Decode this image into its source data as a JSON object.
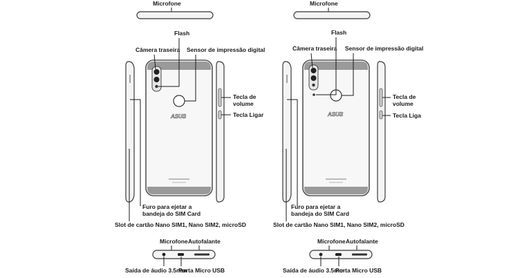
{
  "panels": [
    {
      "microfone_top": "Microfone",
      "flash": "Flash",
      "camera": "Câmera traseira",
      "sensor": "Sensor de impressão digital",
      "volume": "Tecla de volume",
      "power": "Tecla Ligar",
      "sim_hole": "Furo para ejetar a bandeja do SIM Card",
      "sim_slot": "Slot de cartão Nano SIM1, Nano SIM2, microSD",
      "microfone_bottom": "Microfone",
      "speaker": "Autofalante",
      "audio": "Saída de áudio 3.5mm",
      "usb": "Porta Micro USB",
      "brand": "ASUS"
    },
    {
      "microfone_top": "Microfone",
      "flash": "Flash",
      "camera": "Câmera traseira",
      "sensor": "Sensor de impressão digital",
      "volume": "Tecla de volume",
      "power": "Tecla Liga",
      "sim_hole": "Furo para ejetar a bandeja do SIM Card",
      "sim_slot": "Slot de cartão Nano SIM1, Nano SIM2, microSD",
      "microfone_bottom": "Microfone",
      "speaker": "Autofalante",
      "audio": "Saída de áudio 3.5mm",
      "usb": "Porta Micro USB",
      "brand": "ASUS"
    }
  ]
}
